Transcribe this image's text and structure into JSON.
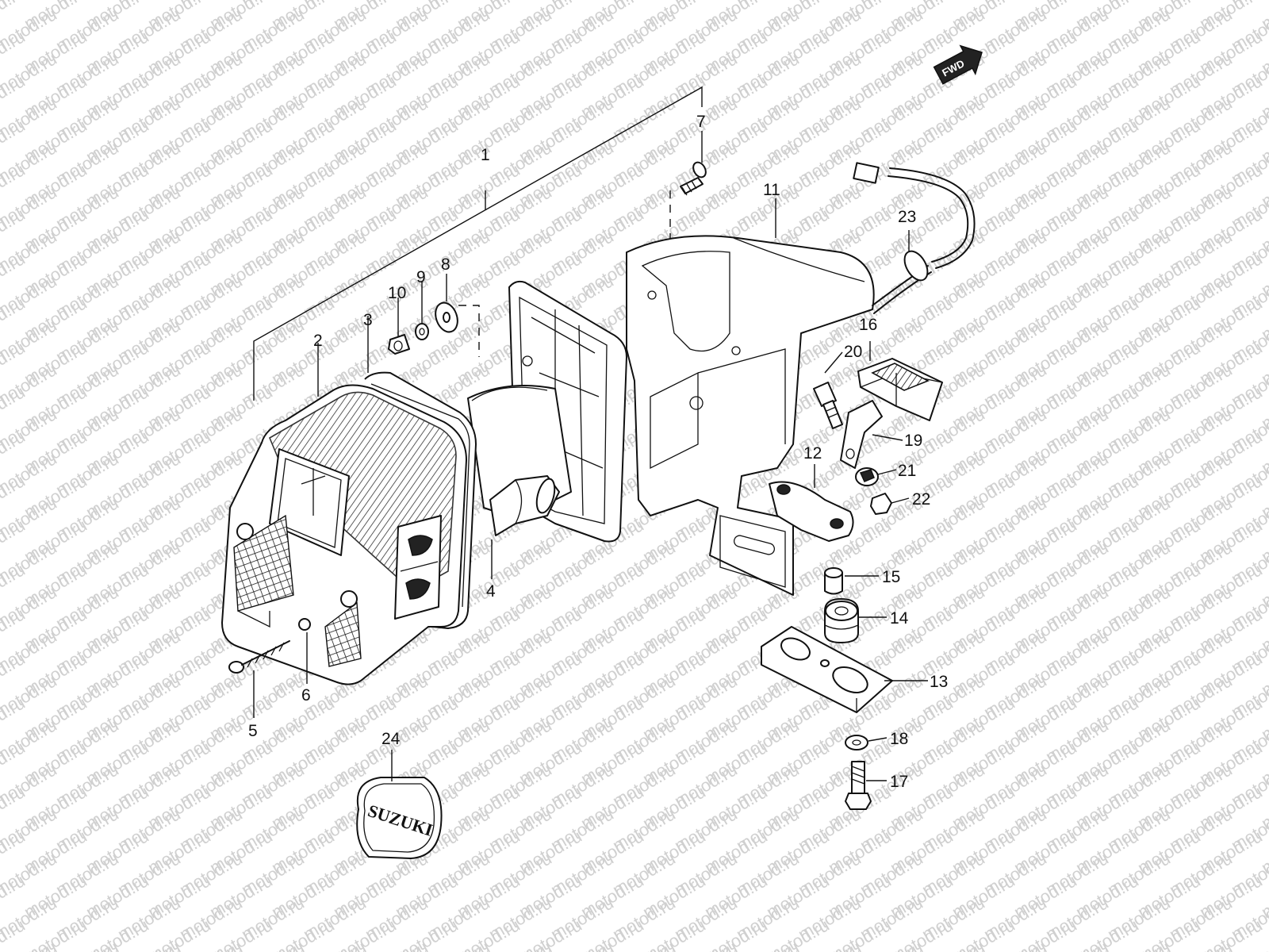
{
  "watermark": "motod.ru",
  "direction_badge": "FWD",
  "emblem_text": "SUZUKI",
  "callouts": [
    "1",
    "2",
    "3",
    "4",
    "5",
    "6",
    "7",
    "8",
    "9",
    "10",
    "11",
    "12",
    "13",
    "14",
    "15",
    "16",
    "17",
    "18",
    "19",
    "20",
    "21",
    "22",
    "23",
    "24"
  ]
}
